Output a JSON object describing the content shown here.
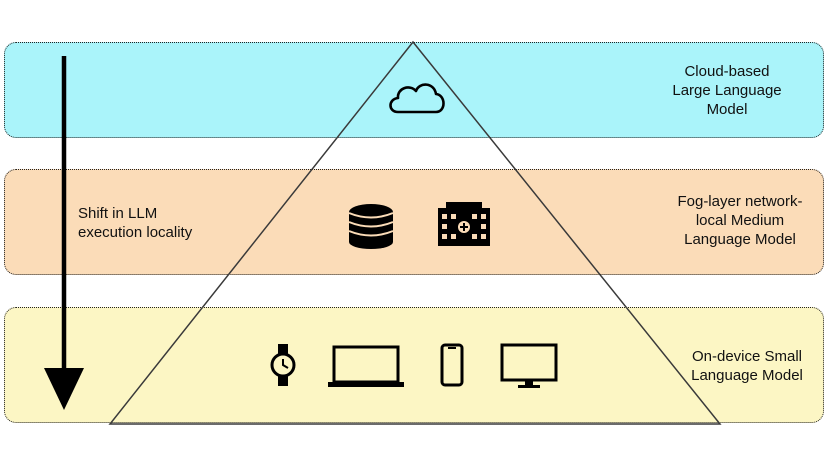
{
  "layers": [
    {
      "id": "cloud",
      "label_lines": [
        "Cloud-based",
        "Large Language",
        "Model"
      ],
      "color": "#aaf4fa",
      "icons": [
        "cloud-icon"
      ]
    },
    {
      "id": "fog",
      "label_lines": [
        "Fog-layer network-",
        "local Medium",
        "Language Model"
      ],
      "color": "#fbdcb8",
      "icons": [
        "database-icon",
        "building-icon"
      ]
    },
    {
      "id": "device",
      "label_lines": [
        "On-device Small",
        "Language Model"
      ],
      "color": "#fcf6c4",
      "icons": [
        "smartwatch-icon",
        "laptop-icon",
        "smartphone-icon",
        "monitor-icon"
      ]
    }
  ],
  "arrow": {
    "label_lines": [
      "Shift in LLM",
      "execution locality"
    ]
  }
}
